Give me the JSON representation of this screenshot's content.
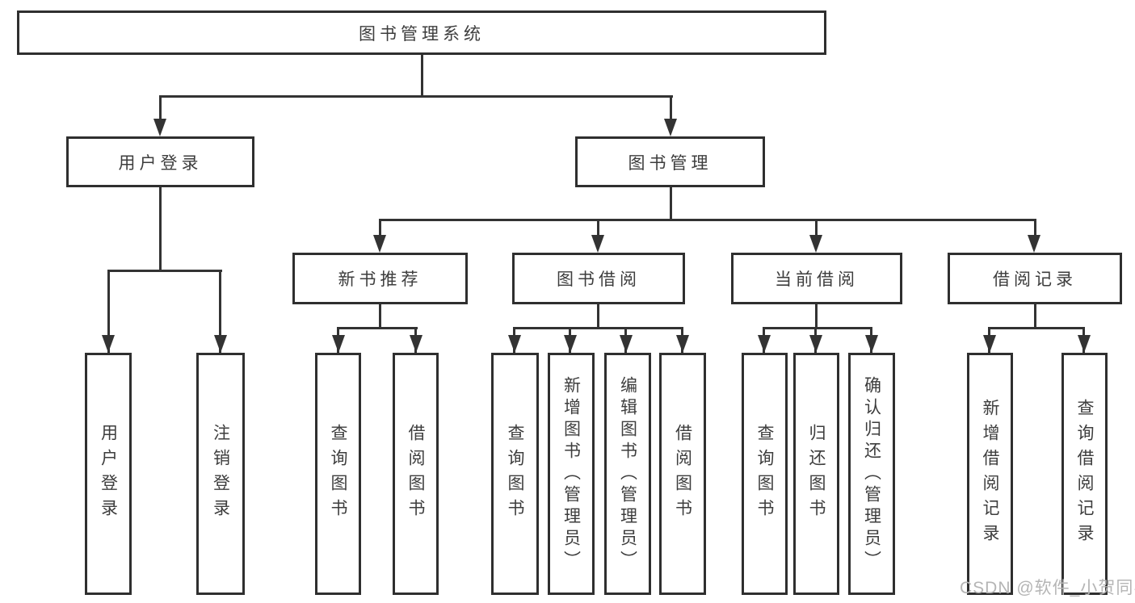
{
  "diagram": {
    "type": "tree-functional-structure",
    "colors": {
      "line": "#333333",
      "box_border": "#2f2f2f",
      "text": "#3d3d3d",
      "watermark": "#b5b5b5",
      "background": "#ffffff"
    },
    "watermark": {
      "text": "CSDN @软件_小贺同学"
    },
    "nodes": {
      "root": {
        "label": "图书管理系统"
      },
      "user_login": {
        "label": "用户登录"
      },
      "book_mgmt": {
        "label": "图书管理"
      },
      "new_book_rec": {
        "label": "新书推荐"
      },
      "book_borrow": {
        "label": "图书借阅"
      },
      "current_borrow": {
        "label": "当前借阅"
      },
      "borrow_records": {
        "label": "借阅记录"
      },
      "leaf_user_login": {
        "label": "用户登录"
      },
      "leaf_logout": {
        "label": "注销登录"
      },
      "leaf_nb_query": {
        "label": "查询图书"
      },
      "leaf_nb_borrow": {
        "label": "借阅图书"
      },
      "leaf_bb_query": {
        "label": "查询图书"
      },
      "leaf_bb_add": {
        "label": "新增图书（管理员）"
      },
      "leaf_bb_edit": {
        "label": "编辑图书（管理员）"
      },
      "leaf_bb_borrow": {
        "label": "借阅图书"
      },
      "leaf_cb_query": {
        "label": "查询图书"
      },
      "leaf_cb_return": {
        "label": "归还图书"
      },
      "leaf_cb_confirm": {
        "label": "确认归还（管理员）"
      },
      "leaf_br_add": {
        "label": "新增借阅记录"
      },
      "leaf_br_query": {
        "label": "查询借阅记录"
      }
    },
    "hierarchy": {
      "root": [
        "user_login",
        "book_mgmt"
      ],
      "user_login": [
        "leaf_user_login",
        "leaf_logout"
      ],
      "book_mgmt": [
        "new_book_rec",
        "book_borrow",
        "current_borrow",
        "borrow_records"
      ],
      "new_book_rec": [
        "leaf_nb_query",
        "leaf_nb_borrow"
      ],
      "book_borrow": [
        "leaf_bb_query",
        "leaf_bb_add",
        "leaf_bb_edit",
        "leaf_bb_borrow"
      ],
      "current_borrow": [
        "leaf_cb_query",
        "leaf_cb_return",
        "leaf_cb_confirm"
      ],
      "borrow_records": [
        "leaf_br_add",
        "leaf_br_query"
      ]
    }
  }
}
